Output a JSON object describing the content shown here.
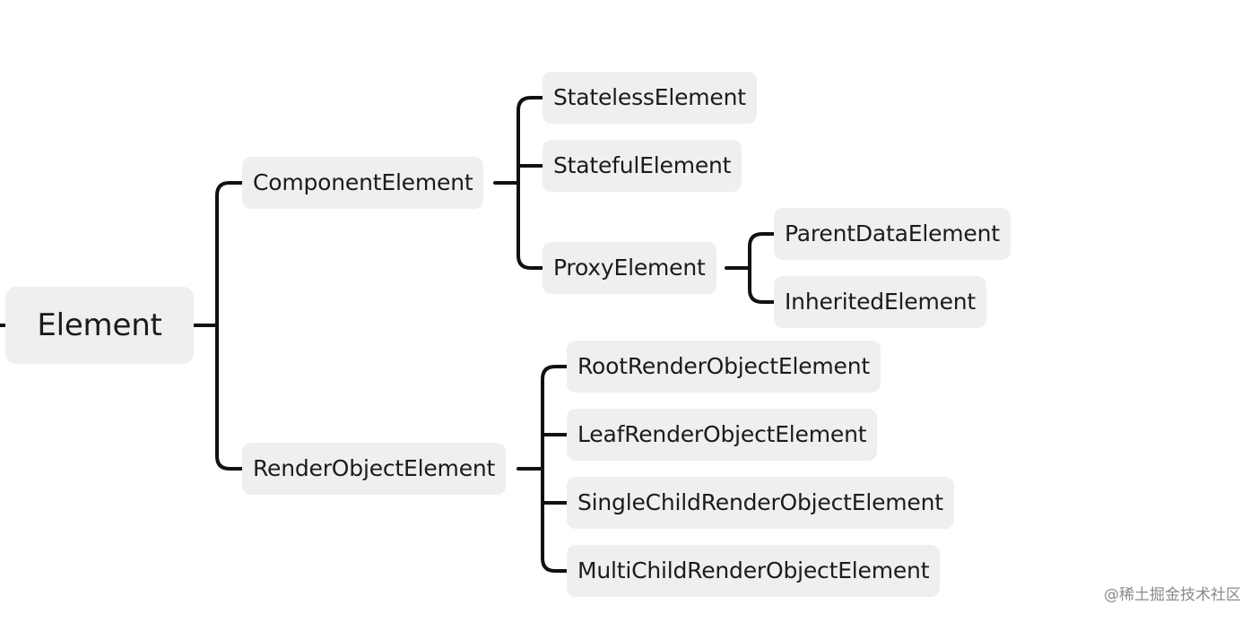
{
  "diagram": {
    "root": "Element",
    "branches": [
      {
        "label": "ComponentElement",
        "children": [
          {
            "label": "StatelessElement"
          },
          {
            "label": "StatefulElement"
          },
          {
            "label": "ProxyElement",
            "children": [
              {
                "label": "ParentDataElement"
              },
              {
                "label": "InheritedElement"
              }
            ]
          }
        ]
      },
      {
        "label": "RenderObjectElement",
        "children": [
          {
            "label": "RootRenderObjectElement"
          },
          {
            "label": "LeafRenderObjectElement"
          },
          {
            "label": "SingleChildRenderObjectElement"
          },
          {
            "label": "MultiChildRenderObjectElement"
          }
        ]
      }
    ]
  },
  "watermark": "@稀土掘金技术社区",
  "colors": {
    "node_fill": "#efefef",
    "line": "#111111",
    "text": "#1b1b1b"
  }
}
